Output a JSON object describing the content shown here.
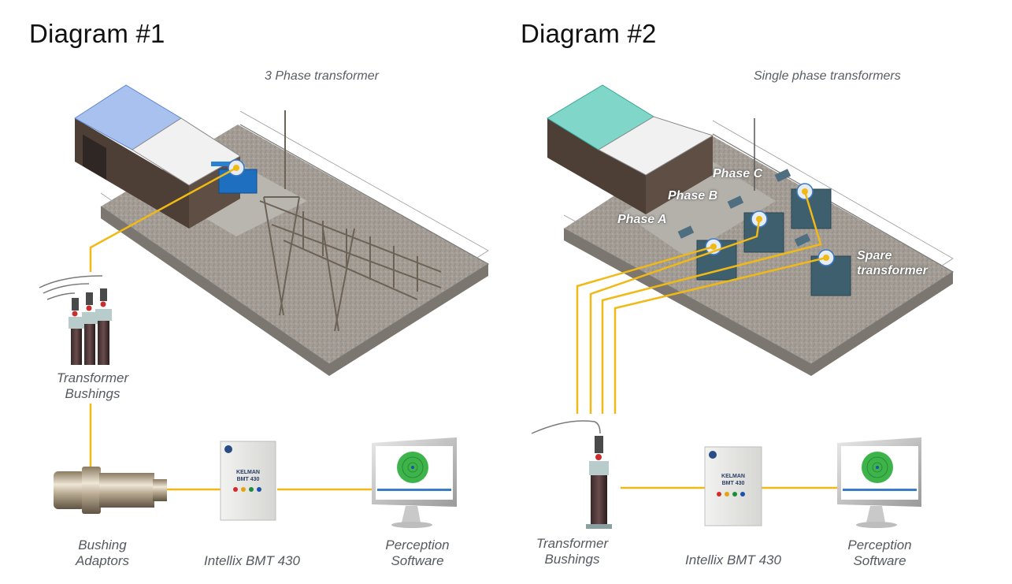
{
  "diagrams": [
    {
      "title": "Diagram #1",
      "site_caption": "3 Phase transformer",
      "roof_accent": "#8fb0e8",
      "transformer_color": "#1f6fc0",
      "components": [
        {
          "label_line1": "Transformer",
          "label_line2": "Bushings"
        },
        {
          "label_line1": "Bushing",
          "label_line2": "Adaptors"
        },
        {
          "label_line1": "Intellix BMT 430",
          "label_line2": ""
        },
        {
          "label_line1": "Perception",
          "label_line2": "Software"
        }
      ]
    },
    {
      "title": "Diagram #2",
      "site_caption": "Single phase transformers",
      "roof_accent": "#5ec9bb",
      "transformer_color": "#3e5f6e",
      "phase_labels": [
        "Phase A",
        "Phase B",
        "Phase C"
      ],
      "spare_label_line1": "Spare",
      "spare_label_line2": "transformer",
      "components": [
        {
          "label_line1": "Transformer",
          "label_line2": "Bushings"
        },
        {
          "label_line1": "Intellix BMT 430",
          "label_line2": ""
        },
        {
          "label_line1": "Perception",
          "label_line2": "Software"
        }
      ]
    }
  ],
  "device": {
    "brand_line1": "KELMAN",
    "brand_line2": "BMT 430",
    "indicator_colors": [
      "#d42a2a",
      "#e5a313",
      "#1f8a3e",
      "#1f4fb0"
    ]
  },
  "colors": {
    "wire": "#f0b915",
    "software_radar": "#3db44a"
  }
}
